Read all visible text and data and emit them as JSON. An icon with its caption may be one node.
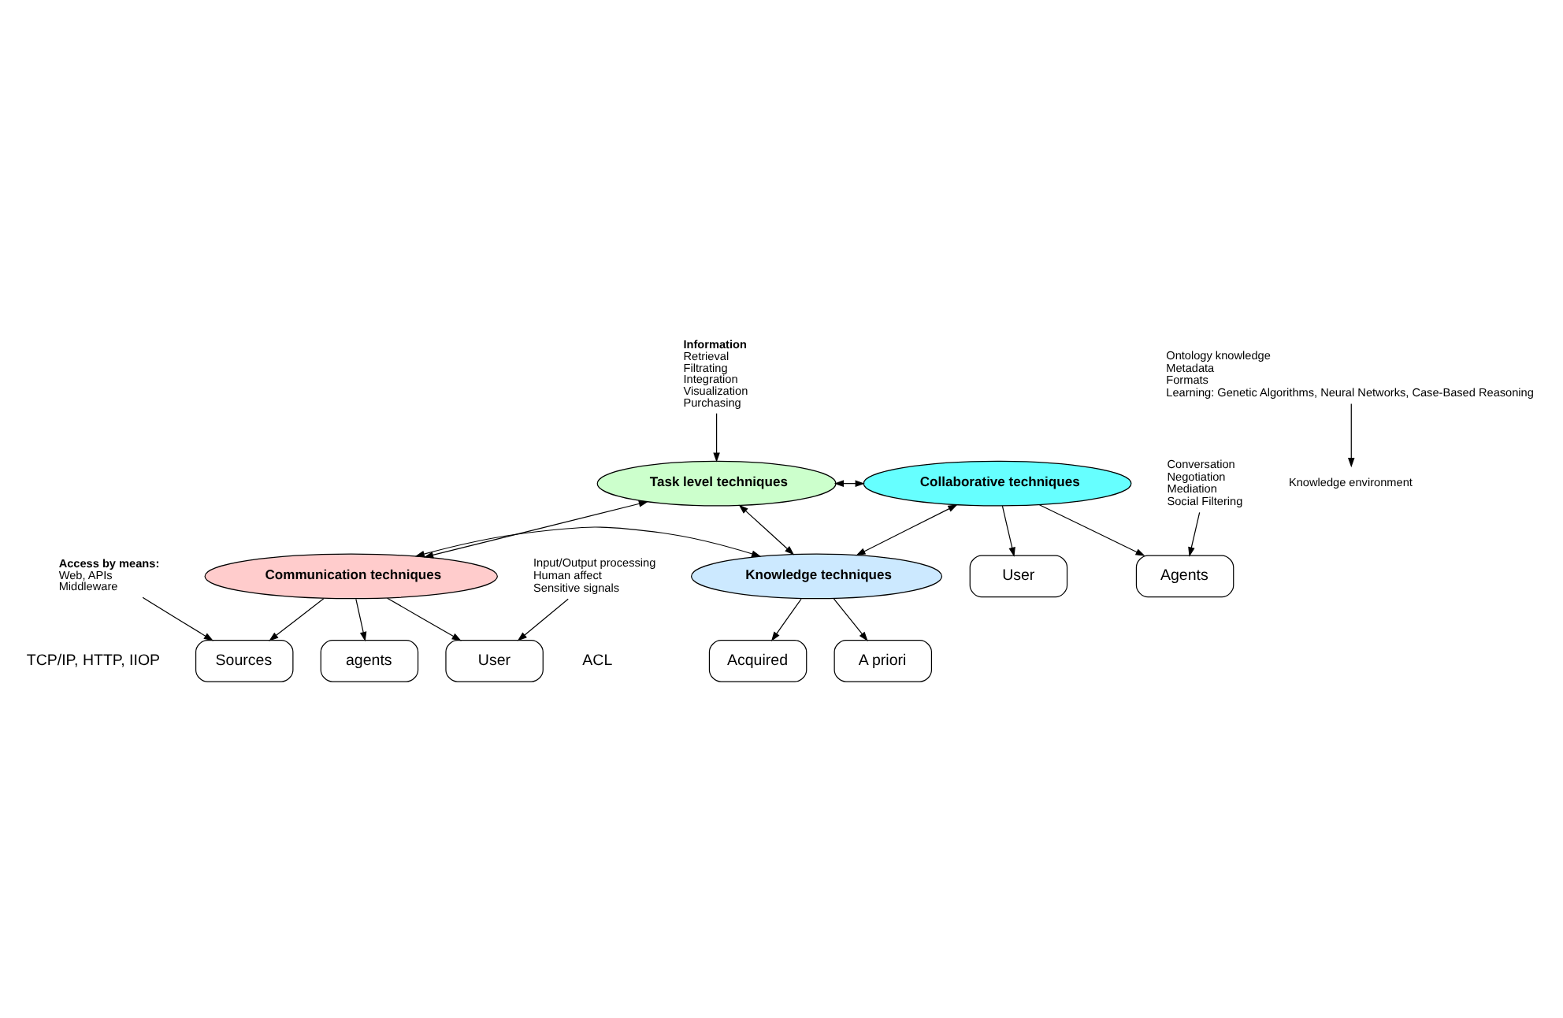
{
  "diagram": {
    "nodes": [
      {
        "text": [
          "Task level techniques"
        ]
      },
      {
        "text": [
          "Collaborative techniques"
        ]
      },
      {
        "text": [
          "Communication techniques"
        ]
      },
      {
        "text": [
          "Knowledge techniques"
        ]
      },
      {
        "text": [
          "User"
        ]
      },
      {
        "text": [
          "Agents"
        ]
      },
      {
        "text": [
          "agents"
        ]
      },
      {
        "text": [
          "Sources"
        ]
      },
      {
        "text": [
          "User"
        ]
      },
      {
        "text": [
          "A priori"
        ]
      },
      {
        "text": [
          "Acquired"
        ]
      },
      {
        "text": [
          "Information",
          "Retrieval",
          "Filtrating",
          "Integration",
          "Visualization",
          "Purchasing"
        ]
      },
      {
        "text": [
          "Conversation",
          "Negotiation",
          "Mediation",
          "Social Filtering"
        ]
      },
      {
        "text": [
          "Access by means:",
          "Web, APIs",
          "Middleware"
        ]
      },
      {
        "text": [
          "Input/Output processing",
          "Human affect",
          "Sensitive signals"
        ]
      },
      {
        "text": [
          "Knowledge environment"
        ]
      },
      {
        "text": [
          "Ontology knowledge",
          "Metadata",
          "Formats",
          "Learning: Genetic Algorithms, Neural Networks, Case-Based Reasoning"
        ]
      }
    ],
    "edges": [
      {
        "from": 0,
        "to": 1,
        "arrow": "both"
      },
      {
        "from": 0,
        "to": 3,
        "arrow": "both"
      },
      {
        "from": 0,
        "to": 2,
        "arrow": "both"
      },
      {
        "from": 1,
        "to": 3,
        "arrow": "both"
      },
      {
        "from": 2,
        "to": 3,
        "arrow": "both"
      },
      {
        "from": 1,
        "to": 4,
        "arrow": "to"
      },
      {
        "from": 1,
        "to": 5,
        "arrow": "to"
      },
      {
        "from": 2,
        "to": 6,
        "arrow": "to"
      },
      {
        "from": 2,
        "to": 7,
        "arrow": "to"
      },
      {
        "from": 2,
        "to": 8,
        "arrow": "to"
      },
      {
        "from": 3,
        "to": 9,
        "arrow": "to"
      },
      {
        "from": 3,
        "to": 10,
        "arrow": "to"
      },
      {
        "from": 11,
        "to": 0,
        "arrow": "to"
      },
      {
        "from": 12,
        "to": 5,
        "arrow": "to"
      },
      {
        "from": 13,
        "to": 7,
        "arrow": "to"
      },
      {
        "from": 14,
        "to": 8,
        "arrow": "to"
      },
      {
        "from": 16,
        "to": 15,
        "arrow": "to"
      }
    ],
    "labels": [
      "ACL",
      "TCP/IP, HTTP, IIOP"
    ]
  }
}
